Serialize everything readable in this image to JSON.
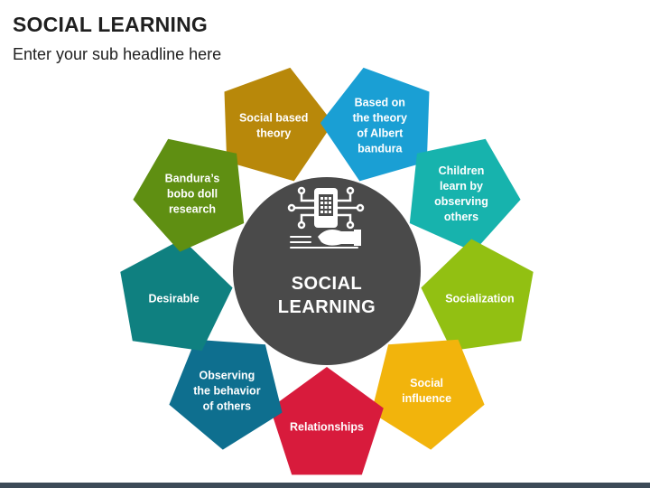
{
  "header": {
    "title": "SOCIAL LEARNING",
    "subtitle": "Enter your sub headline here"
  },
  "center": {
    "icon": "hand-phone-network-icon",
    "lines": [
      "SOCIAL",
      "LEARNING"
    ],
    "color": "#4a4a4a"
  },
  "items": [
    {
      "lines": [
        "Social based",
        "theory"
      ],
      "color": "#b8880a"
    },
    {
      "lines": [
        "Based on",
        "the theory",
        "of Albert",
        "bandura"
      ],
      "color": "#1a9fd4"
    },
    {
      "lines": [
        "Children",
        "learn by",
        "observing",
        "others"
      ],
      "color": "#17b3ad"
    },
    {
      "lines": [
        "Socialization"
      ],
      "color": "#92c012"
    },
    {
      "lines": [
        "Social",
        "influence"
      ],
      "color": "#f2b40c"
    },
    {
      "lines": [
        "Relationships"
      ],
      "color": "#d81b3c"
    },
    {
      "lines": [
        "Observing",
        "the behavior",
        "of others"
      ],
      "color": "#0e6f8f"
    },
    {
      "lines": [
        "Desirable"
      ],
      "color": "#0f8080"
    },
    {
      "lines": [
        "Bandura’s",
        "bobo doll",
        "research"
      ],
      "color": "#5f8f12"
    }
  ]
}
